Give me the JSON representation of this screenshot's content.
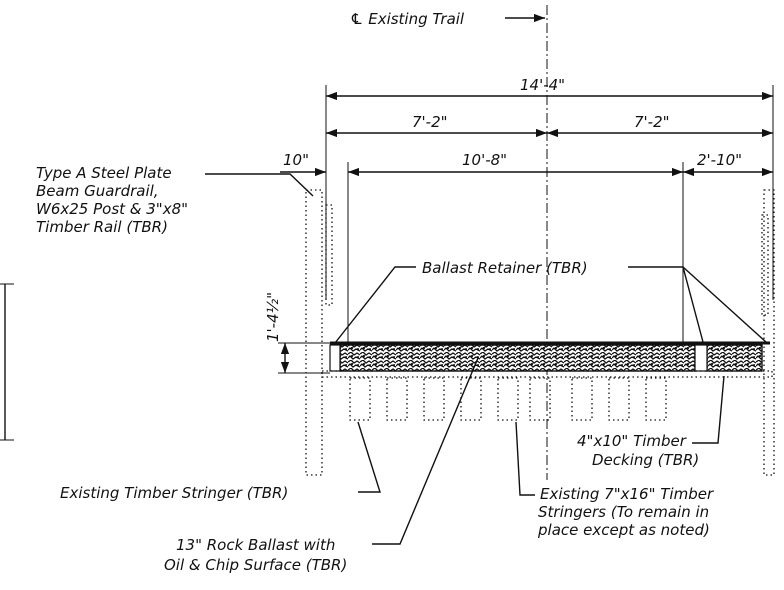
{
  "labels": {
    "centerline": "℄ Existing Trail",
    "guardrail_1": "Type A Steel Plate",
    "guardrail_2": "Beam Guardrail,",
    "guardrail_3": "W6x25 Post & 3\"x8\"",
    "guardrail_4": "Timber Rail (TBR)",
    "ballast_retainer": "Ballast Retainer (TBR)",
    "decking_1": "4\"x10\" Timber",
    "decking_2": "Decking (TBR)",
    "stringer_single": "Existing Timber Stringer (TBR)",
    "stringers_1": "Existing 7\"x16\" Timber",
    "stringers_2": "Stringers (To remain in",
    "stringers_3": "place except as noted)",
    "rock_1": "13\" Rock Ballast with",
    "rock_2": "Oil & Chip Surface (TBR)"
  },
  "dimensions": {
    "overall": "14'-4\"",
    "left_half": "7'-2\"",
    "right_half": "7'-2\"",
    "offset": "10\"",
    "inner": "10'-8\"",
    "right_end": "2'-10\"",
    "height": "1'-4½\""
  }
}
